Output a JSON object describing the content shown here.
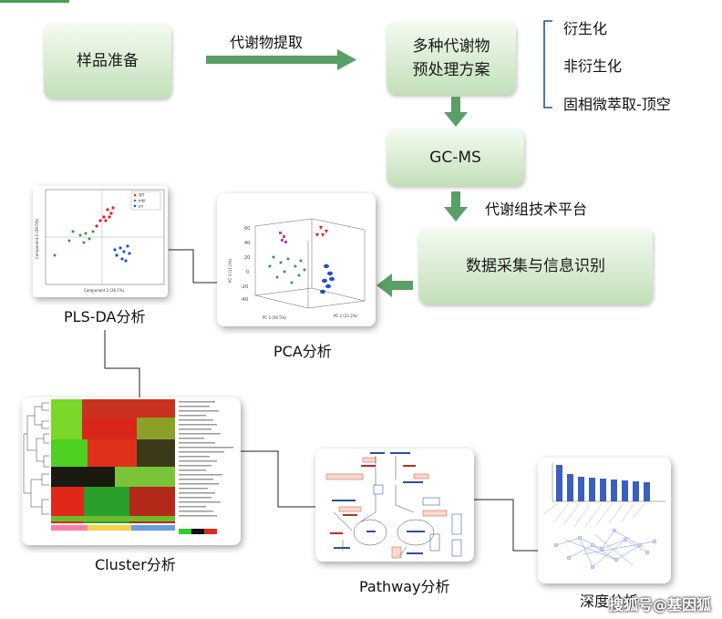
{
  "steps": {
    "sample_prep": "样品准备",
    "extraction": "代谢物提取",
    "pretreatment_line1": "多种代谢物",
    "pretreatment_line2": "预处理方案",
    "gcms": "GC-MS",
    "platform": "代谢组技术平台",
    "acquisition": "数据采集与信息识别"
  },
  "pretreatment_options": [
    "衍生化",
    "非衍生化",
    "固相微萃取-顶空"
  ],
  "analyses": {
    "plsda": "PLS-DA分析",
    "pca": "PCA分析",
    "cluster": "Cluster分析",
    "pathway": "Pathway分析",
    "deep": "深度分析"
  },
  "watermark": "搜狐号@基因狐",
  "plsda_plot": {
    "legend": [
      "WT",
      "mbl",
      "pir"
    ],
    "xlabel": "Component 1 (28.1%)",
    "ylabel": "Component 2 (39.5%)"
  },
  "pca_plot": {
    "xlabel": "PC 1 (56.5%)",
    "ylabel": "PC 3 (11.0%)",
    "zlabel": "PC 2 (22.2%)"
  },
  "colors": {
    "box_light": "#f4fbf1",
    "box_dark": "#c2e0b9",
    "arrow": "#5a9e68",
    "red": "#e0201a",
    "green": "#2e9a3a",
    "blue": "#1f4fd0",
    "magenta": "#c040a0"
  },
  "icons": [
    "right-arrow-icon",
    "down-arrow-icon",
    "left-arrow-icon",
    "bracket-icon"
  ]
}
